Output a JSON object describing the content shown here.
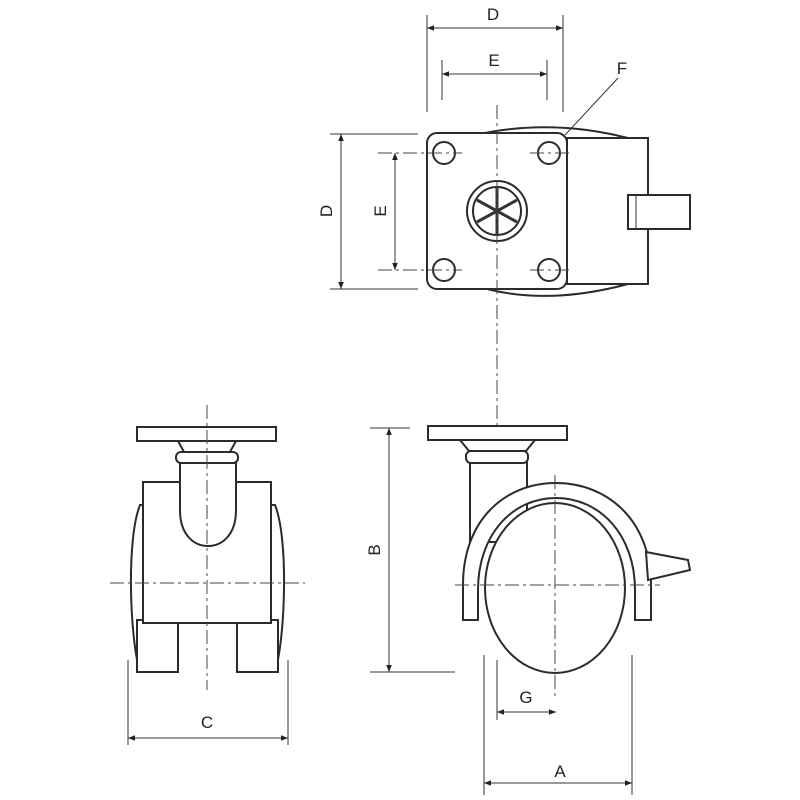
{
  "title": "Caster dimension drawing",
  "labels": {
    "top_d": "D",
    "top_e": "E",
    "f": "F",
    "left_d": "D",
    "left_e": "E",
    "b": "B",
    "c": "C",
    "g": "G",
    "a": "A"
  },
  "colors": {
    "line": "#2b2b2b",
    "background": "#ffffff"
  }
}
